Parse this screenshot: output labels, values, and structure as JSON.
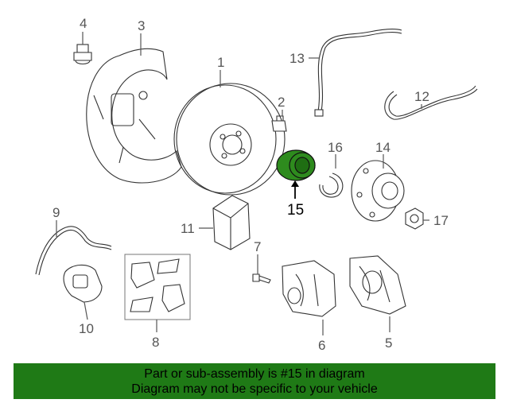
{
  "diagram": {
    "callouts": {
      "c1": "1",
      "c2": "2",
      "c3": "3",
      "c4": "4",
      "c5": "5",
      "c6": "6",
      "c7": "7",
      "c8": "8",
      "c9": "9",
      "c10": "10",
      "c11": "11",
      "c12": "12",
      "c13": "13",
      "c14": "14",
      "c15": "15",
      "c16": "16",
      "c17": "17"
    },
    "highlight_part": "15",
    "highlight_color": "#2e8b1e",
    "line_color": "#555555"
  },
  "banner": {
    "line1": "Part or sub-assembly is #15 in diagram",
    "line2": "Diagram may not be specific to your vehicle",
    "background": "#1f7a16"
  }
}
